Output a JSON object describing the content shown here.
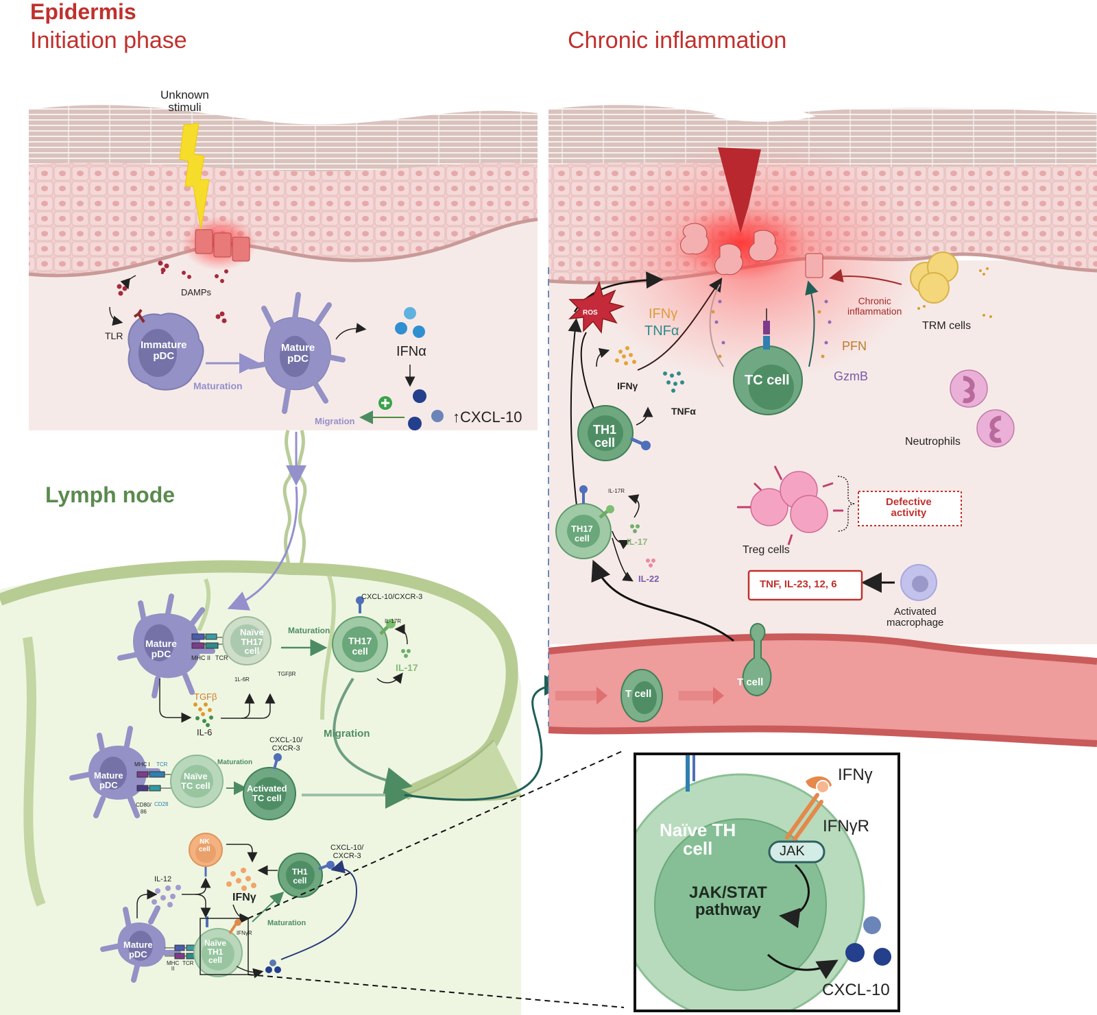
{
  "headers": {
    "epidermis": "Epidermis",
    "initiation_phase": "Initiation phase",
    "chronic_inflammation": "Chronic inflammation",
    "lymph_node": "Lymph node"
  },
  "initiation": {
    "unknown_stimuli_line1": "Unknown",
    "unknown_stimuli_line2": "stimuli",
    "damps": "DAMPs",
    "tlr": "TLR",
    "immature_pdc_line1": "Immature",
    "immature_pdc_line2": "pDC",
    "mature_pdc_line1": "Mature",
    "mature_pdc_line2": "pDC",
    "maturation": "Maturation",
    "ifna": "IFNα",
    "cxcl10_up": "↑CXCL-10",
    "migration": "Migration",
    "plus": "+"
  },
  "lymph_node": {
    "row1": {
      "pdc_line1": "Mature",
      "pdc_line2": "pDC",
      "mhc": "MHC II",
      "tcr": "TCR",
      "naive_line1": "Naïve",
      "naive_line2": "TH17",
      "naive_line3": "cell",
      "il6r": "1L-6R",
      "tgfbr": "TGFβR",
      "tgfb": "TGFβ",
      "il6": "IL-6",
      "maturation": "Maturation",
      "th17_line1": "TH17",
      "th17_line2": "cell",
      "cxcl10_cxcr3": "CXCL-10/CXCR-3",
      "il17r": "IL-17R",
      "il17": "IL-17"
    },
    "row2": {
      "pdc_line1": "Mature",
      "pdc_line2": "pDC",
      "mhc": "MHC I",
      "tcr": "TCR",
      "cd80": "CD80/",
      "cd86": "86",
      "cd28": "CD28",
      "naive_line1": "Naïve",
      "naive_line2": "TC cell",
      "maturation": "Maturation",
      "activated_line1": "Activated",
      "activated_line2": "TC cell",
      "cxcl10_line1": "CXCL-10/",
      "cxcl10_line2": "CXCR-3",
      "migration": "Migration"
    },
    "row3": {
      "nk_line1": "NK",
      "nk_line2": "cell",
      "il12": "IL-12",
      "ifng": "IFNγ",
      "th1_line1": "TH1",
      "th1_line2": "cell",
      "cxcl10_line1": "CXCL-10/",
      "cxcl10_line2": "CXCR-3",
      "pdc_line1": "Mature",
      "pdc_line2": "pDC",
      "mhc_line1": "MHC",
      "mhc_line2": "II",
      "tcr": "TCR",
      "naive_line1": "Naïve",
      "naive_line2": "TH1",
      "naive_line3": "cell",
      "ifngr": "IFNγR",
      "maturation": "Maturation"
    }
  },
  "chronic": {
    "ros": "ROS",
    "ifng_top": "IFNγ",
    "tnfa_top": "TNFα",
    "ifng": "IFNγ",
    "tnfa": "TNFα",
    "tc_cell": "TC cell",
    "pfn": "PFN",
    "gzmb": "GzmB",
    "chronic_line1": "Chronic",
    "chronic_line2": "inflammation",
    "trm_cells": "TRM cells",
    "neutrophils": "Neutrophils",
    "th1_line1": "TH1",
    "th1_line2": "cell",
    "il17r": "IL-17R",
    "th17_line1": "TH17",
    "th17_line2": "cell",
    "il17": "IL-17",
    "il22": "IL-22",
    "treg_cells": "Treg cells",
    "defective_line1": "Defective",
    "defective_line2": "activity",
    "cytokines_box": "TNF, IL-23, 12, 6",
    "activated_line1": "Activated",
    "activated_line2": "macrophage",
    "t_cell_vessel": "T cell",
    "t_cell_extravasating": "T cell"
  },
  "inset": {
    "naive_line1": "Naïve TH",
    "naive_line2": "cell",
    "ifng": "IFNγ",
    "ifngr": "IFNγR",
    "jak": "JAK",
    "jakstat_line1": "JAK/STAT",
    "jakstat_line2": "pathway",
    "cxcl10": "CXCL-10"
  },
  "colors": {
    "title_red": "#c0302c",
    "lymph_green": "#5a8a4e",
    "pdc_purple": "#8f8cc4",
    "t_cell_green": "#6fa77f",
    "dark_green": "#3e7f56",
    "vessel_red": "#e99898",
    "skin_pink": "#f2d7d5"
  }
}
